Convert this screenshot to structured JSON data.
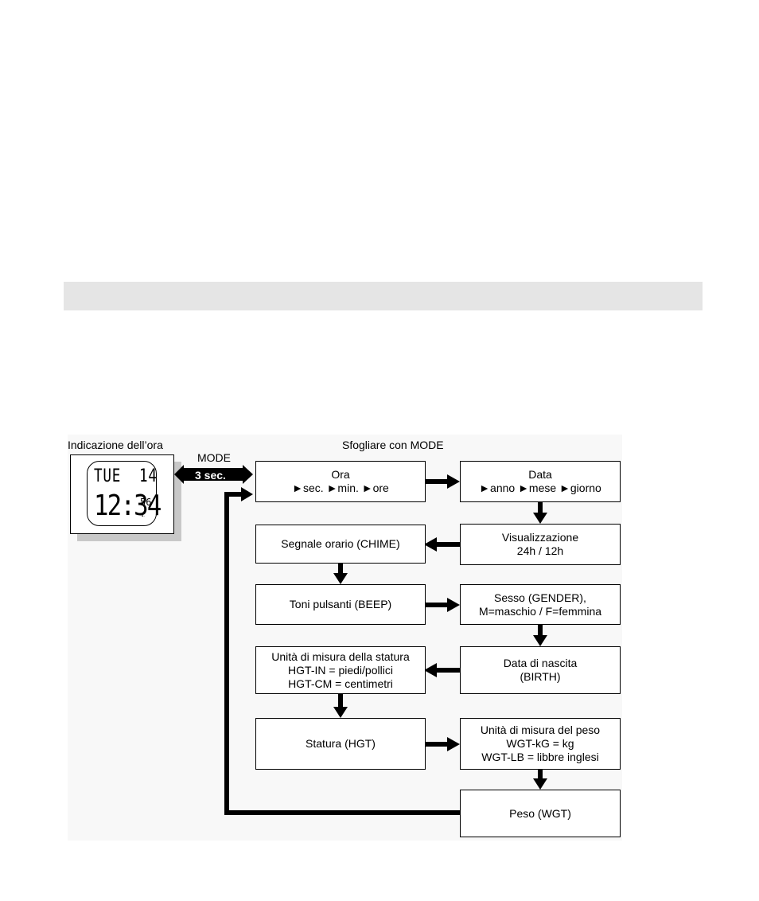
{
  "watch": {
    "caption": "Indicazione dell’ora",
    "lcd_top": "TUE  14",
    "lcd_time": "12:34",
    "lcd_seconds": "56"
  },
  "mode_arrow": {
    "label": "MODE",
    "duration": "3 sec."
  },
  "flow_caption": "Sfogliare con MODE",
  "steps": {
    "ora": [
      "Ora",
      "►sec. ►min. ►ore"
    ],
    "data": [
      "Data",
      "►anno ►mese ►giorno"
    ],
    "visualizzazione": [
      "Visualizzazione",
      "24h / 12h"
    ],
    "chime": [
      "Segnale orario (CHIME)"
    ],
    "beep": [
      "Toni pulsanti (BEEP)"
    ],
    "gender": [
      "Sesso (GENDER),",
      "M=maschio / F=femmina"
    ],
    "birth": [
      "Data di nascita",
      "(BIRTH)"
    ],
    "hgt_unit": [
      "Unità di misura della statura",
      "HGT-IN = piedi/pollici",
      "HGT-CM = centimetri"
    ],
    "hgt": [
      "Statura (HGT)"
    ],
    "wgt_unit": [
      "Unità di misura del peso",
      "WGT-kG = kg",
      "WGT-LB = libbre inglesi"
    ],
    "wgt": [
      "Peso (WGT)"
    ]
  }
}
